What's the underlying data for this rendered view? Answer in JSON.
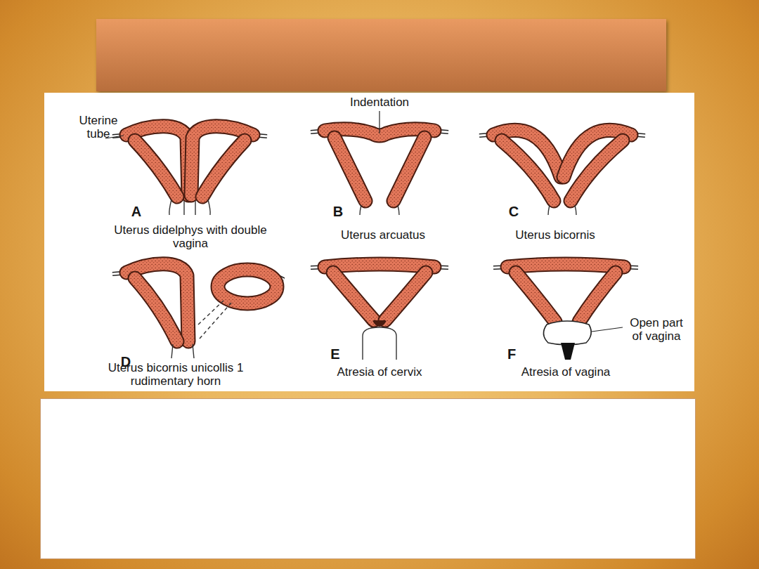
{
  "diagram": {
    "labels": [
      "Indentation",
      "Uterine tube",
      "A",
      "Uterus didelphys with double vagina",
      "B",
      "Uterus arcuatus",
      "C",
      "Uterus bicornis",
      "D",
      "Open part of vagina",
      "Uterus bicornis unicollis 1 rudimentary horn",
      "E",
      "Atresia of cervix",
      "F",
      "Atresia of vagina"
    ]
  }
}
